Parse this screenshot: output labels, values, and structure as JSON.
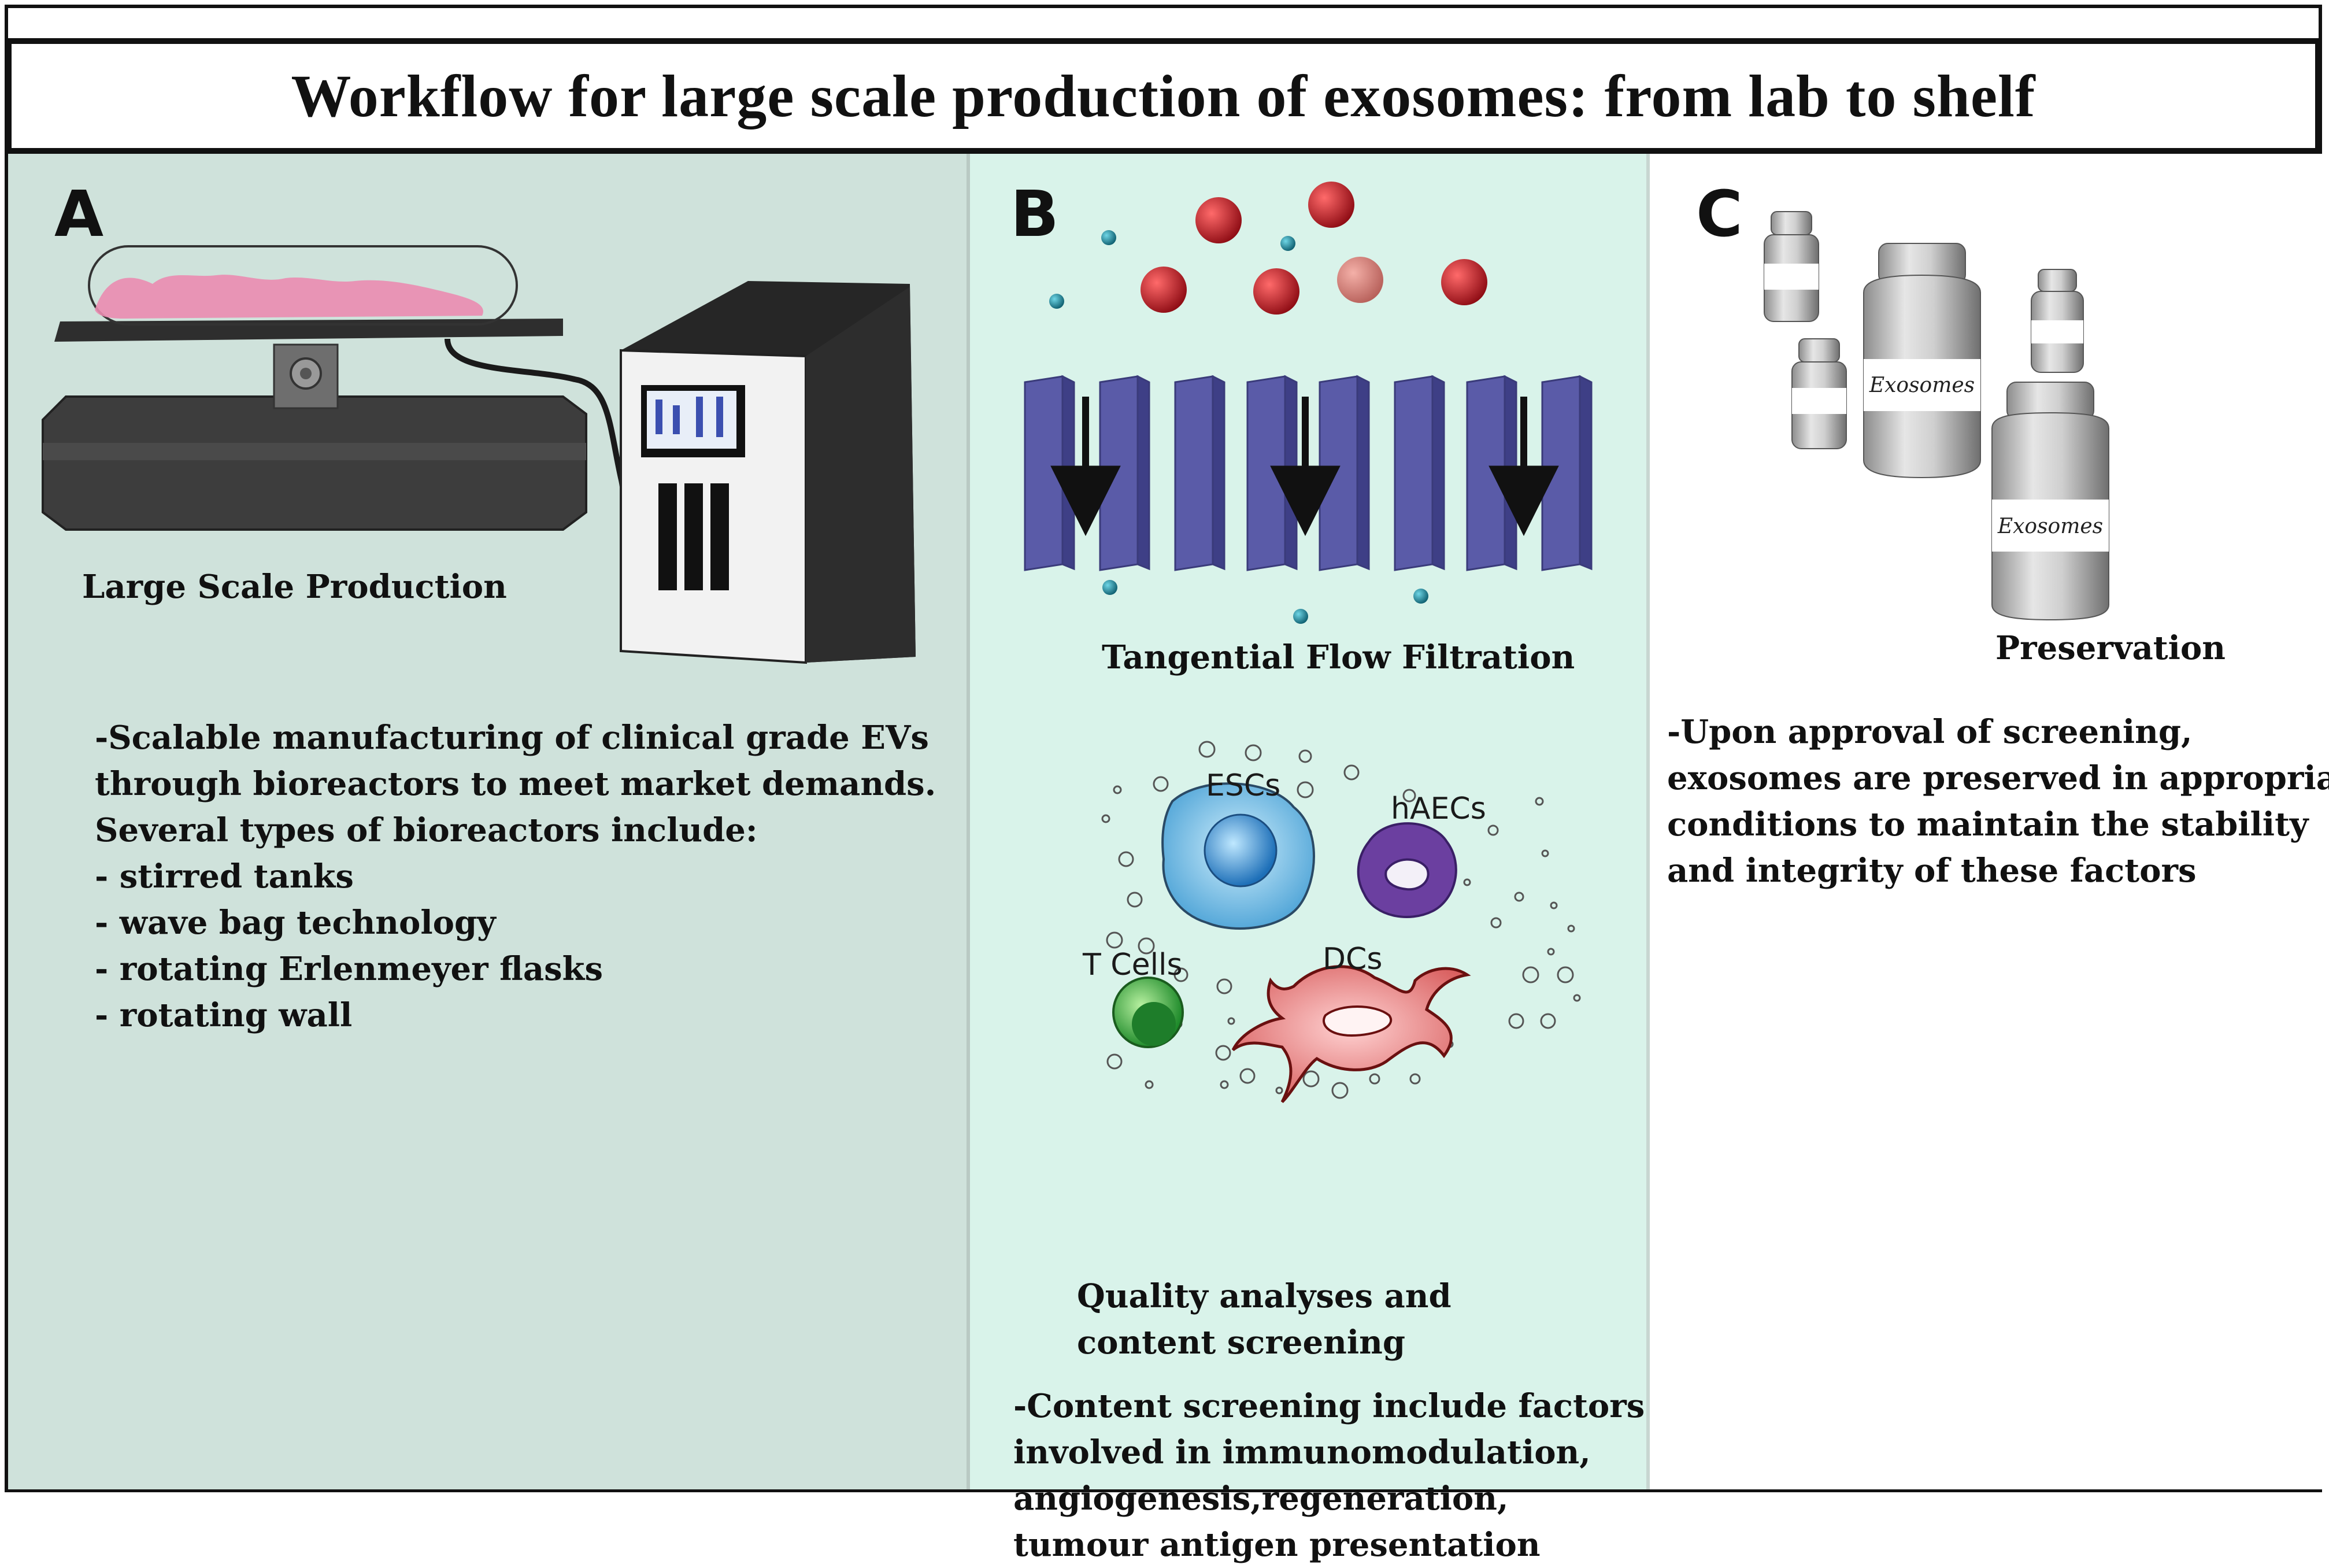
{
  "title": "Workflow for large scale production of exosomes: from lab to shelf",
  "panels": {
    "a": {
      "letter": "A",
      "caption": "Large Scale Production",
      "lines": [
        "-Scalable manufacturing of clinical grade EVs",
        "through bioreactors to meet market demands.",
        "Several types of bioreactors include:",
        "- stirred tanks",
        "- wave bag technology",
        "- rotating Erlenmeyer flasks",
        "- rotating wall"
      ]
    },
    "b": {
      "letter": "B",
      "caption_top": "Tangential Flow Filtration",
      "caption_mid_lines": [
        "Quality analyses and",
        "content screening"
      ],
      "cells": {
        "escs": "ESCs",
        "haecs": "hAECs",
        "tcells": "T Cells",
        "dcs": "DCs"
      },
      "lines": [
        "-Content screening include factors",
        "involved in immunomodulation,",
        "angiogenesis,regeneration,",
        "tumour antigen presentation"
      ]
    },
    "c": {
      "letter": "C",
      "caption": "Preservation",
      "bottle_label": "Exosomes",
      "lines": [
        "-Upon approval of screening,",
        "exosomes are preserved in appropriate",
        "conditions to maintain the stability",
        "and integrity of these factors"
      ]
    }
  },
  "colors": {
    "panel_a": "#cfe2db",
    "panel_b": "#d9f3ea",
    "membrane": "#5a5ba8",
    "red_particle": "#b0101c",
    "small_particle": "#1a7f94"
  }
}
